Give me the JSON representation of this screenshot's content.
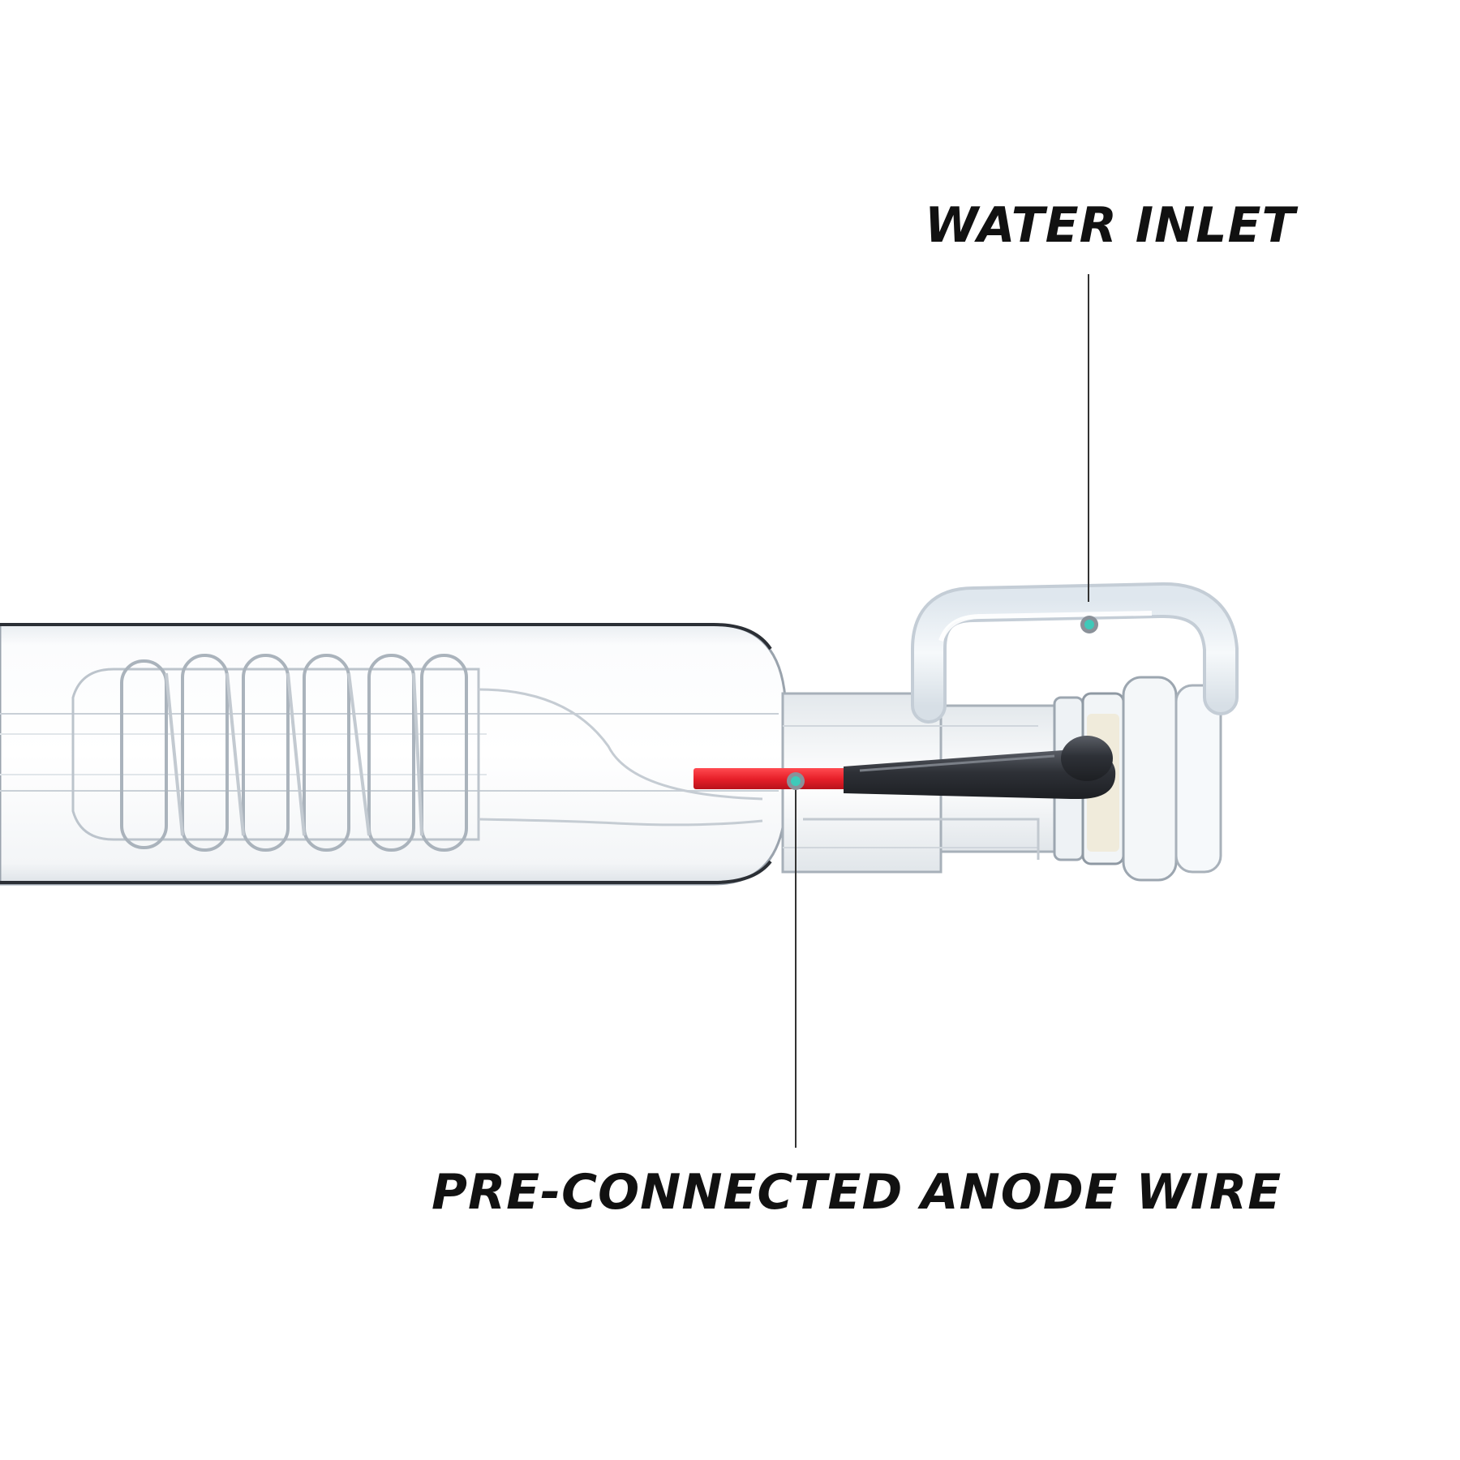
{
  "callouts": {
    "water_inlet": {
      "label": "WATER INLET"
    },
    "anode_wire": {
      "label": "PRE-CONNECTED ANODE WIRE"
    }
  },
  "colors": {
    "background": "#ffffff",
    "label_text": "#111111",
    "leader_line": "#333333",
    "marker_dot": "#3fc9b9",
    "anode_wire_red": "#e8202a",
    "anode_wire_sleeve": "#3a3d44",
    "glass_edge": "#9aa3ad",
    "glass_dark_edge": "#2b2f35"
  },
  "icons": {
    "product": "co2-laser-tube-glass"
  }
}
